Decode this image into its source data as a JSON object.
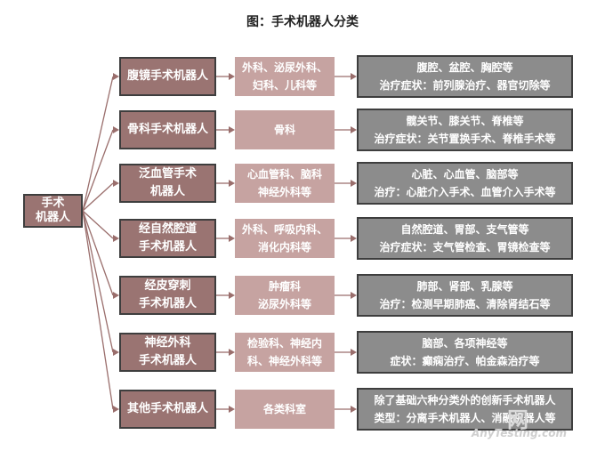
{
  "title": "图：手术机器人分类",
  "root": {
    "lines": [
      "手术",
      "机器人"
    ]
  },
  "colors": {
    "category": "#9a7472",
    "department": "#c6a3a1",
    "description": "#8c8c8c",
    "connector": "#9a6e6c"
  },
  "rows": [
    {
      "category": [
        "腹镜手术机器人"
      ],
      "department": [
        "外科、泌尿外科、",
        "妇科、儿科等"
      ],
      "description": [
        "腹腔、盆腔、胸腔等",
        "治疗症状：前列腺治疗、器官切除等"
      ]
    },
    {
      "category": [
        "骨科手术机器人"
      ],
      "department": [
        "骨科"
      ],
      "description": [
        "髋关节、膝关节、脊椎等",
        "治疗症状：关节置换手术、脊椎手术等"
      ]
    },
    {
      "category": [
        "泛血管手术",
        "机器人"
      ],
      "department": [
        "心血管科、脑科",
        "神经外科等"
      ],
      "description": [
        "心脏、心血管、脑部等",
        "治疗：心脏介入手术、血管介入手术等"
      ]
    },
    {
      "category": [
        "经自然腔道",
        "手术机器人"
      ],
      "department": [
        "外科、呼吸内科、",
        "消化内科等"
      ],
      "description": [
        "自然腔道、胃部、支气管等",
        "治疗症状：支气管检查、胃镜检查等"
      ]
    },
    {
      "category": [
        "经皮穿刺",
        "手术机器人"
      ],
      "department": [
        "肿瘤科",
        "泌尿外科等"
      ],
      "description": [
        "肺部、肾部、乳腺等",
        "治疗：检测早期肺癌、清除肾结石等"
      ]
    },
    {
      "category": [
        "神经外科",
        "手术机器人"
      ],
      "department": [
        "检验科、神经内",
        "科、神经外科等"
      ],
      "description": [
        "脑部、各项神经等",
        "症状：癫痫治疗、帕金森治疗等"
      ]
    },
    {
      "category": [
        "其他手术机器人"
      ],
      "department": [
        "各类科室"
      ],
      "description": [
        "除了基础六种分类外的创新手术机器人",
        "类型：分离手术机器人、消融机器人等"
      ]
    }
  ],
  "watermark": {
    "cn": "网",
    "en": "AnyTesting.com"
  }
}
